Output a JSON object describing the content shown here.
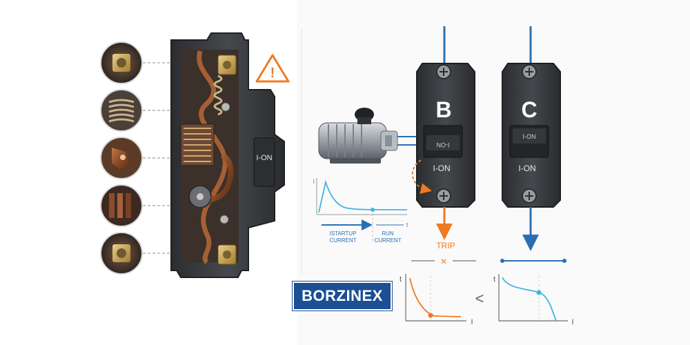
{
  "brand": {
    "name": "BORZINEX"
  },
  "breaker_b": {
    "letter": "B",
    "switch_label": "I-ON",
    "handle_label": "I-ON"
  },
  "breaker_c": {
    "letter": "C",
    "switch_label": "I-ON",
    "handle_label": "I-ON"
  },
  "cutaway": {
    "switch_label": "I-ON",
    "warning_symbol": "!"
  },
  "current_graph": {
    "y_axis": "I",
    "x_axis": "t",
    "startup_label_1": "ISTARTUP",
    "startup_label_2": "CURRENT",
    "run_label_1": "RUN",
    "run_label_2": "CURRENT"
  },
  "trip": {
    "label": "TRIP",
    "symbol": "×"
  },
  "trip_curve_b": {
    "y_axis": "t",
    "x_axis": "I"
  },
  "trip_curve_c": {
    "y_axis": "t",
    "x_axis": "I"
  },
  "comparison": {
    "symbol": "<"
  },
  "colors": {
    "wire_blue": "#2a6fb5",
    "graph_cyan": "#3fb6e3",
    "trip_orange": "#ee7a22",
    "brand_navy": "#1c4f94",
    "breaker_body": "#3a3d40"
  }
}
